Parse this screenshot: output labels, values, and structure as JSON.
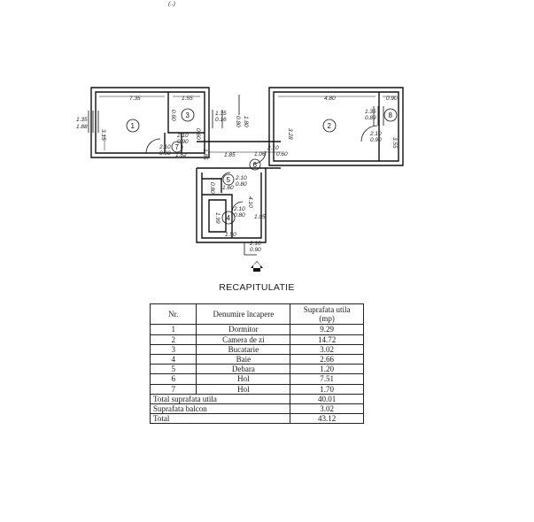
{
  "corner_mark": "(..)",
  "rooms": [
    {
      "num": "1"
    },
    {
      "num": "2"
    },
    {
      "num": "3"
    },
    {
      "num": "4"
    },
    {
      "num": "5"
    },
    {
      "num": "6"
    },
    {
      "num": "7"
    },
    {
      "num": "8"
    }
  ],
  "dims": {
    "d1": "7.35",
    "d2": "1.55",
    "d3": "4.80",
    "d4": "0.90",
    "d5": "1.35",
    "d6": "1.88",
    "d7": "3.15",
    "d8": "1.35",
    "d9": "0.16",
    "d10": "0.60",
    "d11": "0.60",
    "d12": "1.35",
    "d13": "0.89",
    "d14": "0.80",
    "d15": "1.80",
    "d16": "3.28",
    "d17": "3.55",
    "d18": "2.10",
    "d19": "0.90",
    "d20": "2.10",
    "d21": "0.90",
    "d22": "1.62",
    "d23": "1.85",
    "d24": "2.10",
    "d25": "0.60",
    "d26": "1.85",
    "d27": "1.06",
    "d28": "2.10",
    "d29": "0.90",
    "d30": "0.80",
    "d31": "2.10",
    "d32": "0.80",
    "d33": "1.60",
    "d34": "4.10",
    "d35": "2.10",
    "d36": "0.80",
    "d37": "1.05",
    "d38": "1.99",
    "d39": "1.50",
    "d40": "2.10",
    "d41": "0.90"
  },
  "recap": {
    "title": "RECAPITULATIE",
    "headers": {
      "nr": "Nr.",
      "name": "Denumire încapere",
      "area": "Suprafata utila",
      "unit": "(mp)"
    },
    "rows": [
      {
        "nr": "1",
        "name": "Dormitor",
        "area": "9.29"
      },
      {
        "nr": "2",
        "name": "Camera de zi",
        "area": "14.72"
      },
      {
        "nr": "3",
        "name": "Bucatarie",
        "area": "3.02"
      },
      {
        "nr": "4",
        "name": "Baie",
        "area": "2.66"
      },
      {
        "nr": "5",
        "name": "Debara",
        "area": "1.20"
      },
      {
        "nr": "6",
        "name": "Hol",
        "area": "7.51"
      },
      {
        "nr": "7",
        "name": "Hol",
        "area": "1.70"
      }
    ],
    "totals": [
      {
        "label": "Total suprafata utila",
        "value": "40.01"
      },
      {
        "label": "Suprafata balcon",
        "value": "3.02"
      },
      {
        "label": "Total",
        "value": "43.12"
      }
    ]
  }
}
